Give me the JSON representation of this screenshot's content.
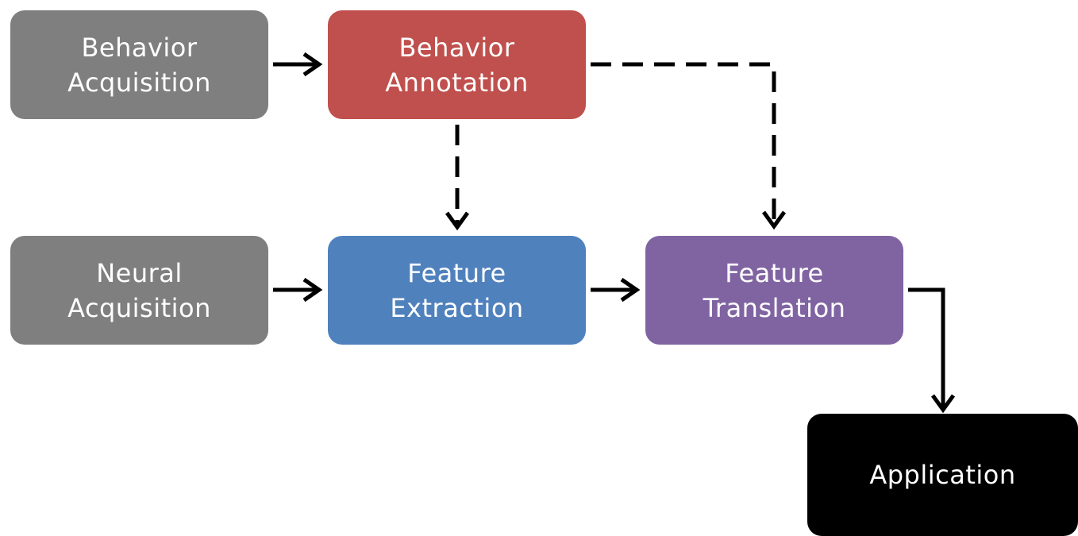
{
  "diagram": {
    "colors": {
      "acquisition": "#7f7f7f",
      "annotation": "#c0504d",
      "extraction": "#4f81bd",
      "translation": "#8064a2",
      "application": "#000000",
      "edge": "#000000"
    },
    "nodes": [
      {
        "id": "behavior-acquisition",
        "lines": [
          "Behavior",
          "Acquisition"
        ],
        "color_key": "acquisition"
      },
      {
        "id": "behavior-annotation",
        "lines": [
          "Behavior",
          "Annotation"
        ],
        "color_key": "annotation"
      },
      {
        "id": "neural-acquisition",
        "lines": [
          "Neural",
          "Acquisition"
        ],
        "color_key": "acquisition"
      },
      {
        "id": "feature-extraction",
        "lines": [
          "Feature",
          "Extraction"
        ],
        "color_key": "extraction"
      },
      {
        "id": "feature-translation",
        "lines": [
          "Feature",
          "Translation"
        ],
        "color_key": "translation"
      },
      {
        "id": "application",
        "lines": [
          "Application"
        ],
        "color_key": "application"
      }
    ],
    "edges": [
      {
        "from": "behavior-acquisition",
        "to": "behavior-annotation",
        "style": "solid"
      },
      {
        "from": "behavior-annotation",
        "to": "feature-extraction",
        "style": "dashed"
      },
      {
        "from": "behavior-annotation",
        "to": "feature-translation",
        "style": "dashed"
      },
      {
        "from": "neural-acquisition",
        "to": "feature-extraction",
        "style": "solid"
      },
      {
        "from": "feature-extraction",
        "to": "feature-translation",
        "style": "solid"
      },
      {
        "from": "feature-translation",
        "to": "application",
        "style": "solid"
      }
    ]
  }
}
